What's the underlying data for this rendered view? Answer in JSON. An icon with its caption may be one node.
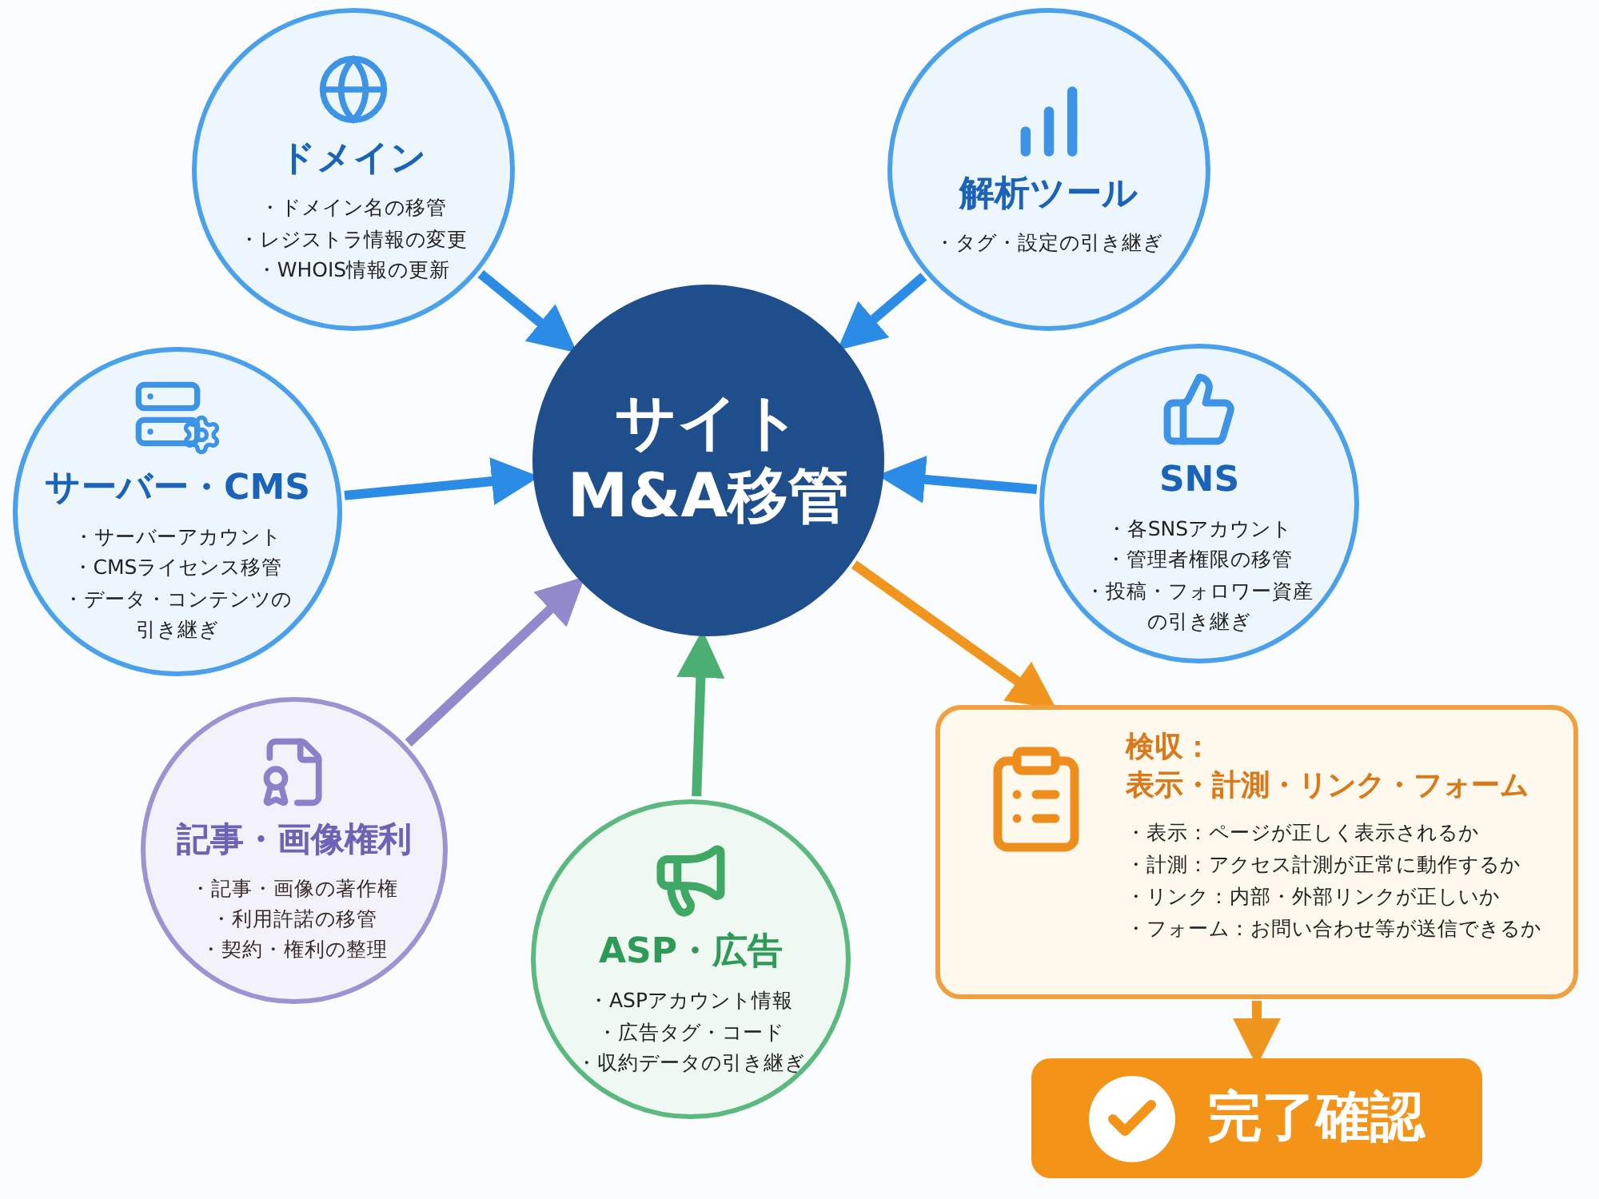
{
  "diagram": {
    "nodes": [
      {
        "text": [
          "サイトM&A移管"
        ]
      },
      {
        "text": [
          "ドメイン",
          "・ドメイン名の移管",
          "・レジストラ情報の変更",
          "・WHOIS情報の更新"
        ]
      },
      {
        "text": [
          "解析ツール",
          "・タグ・設定の引き継ぎ"
        ]
      },
      {
        "text": [
          "サーバー・CMS",
          "・サーバーアカウント",
          "・CMSライセンス移管",
          "・データ・コンテンツの引き継ぎ"
        ]
      },
      {
        "text": [
          "SNS",
          "・各SNSアカウント",
          "・管理者権限の移管",
          "・投稿・フォロワー資産の引き継ぎ"
        ]
      },
      {
        "text": [
          "記事・画像権利",
          "・記事・画像の著作権",
          "・利用許諾の移管",
          "・契約・権利の整理"
        ]
      },
      {
        "text": [
          "ASP・広告",
          "・ASPアカウント情報",
          "・広告タグ・コード",
          "・収約データの引き継ぎ"
        ]
      },
      {
        "text": [
          "検収：",
          "表示・計測・リンク・フォーム",
          "・表示：ページが正しく表示されるか",
          "・計測：アクセス計測が正常に動作するか",
          "・リンク：内部・外部リンクが正しいか",
          "・フォーム：お問い合わせ等が送信できるか"
        ]
      },
      {
        "text": [
          "完了確認"
        ]
      }
    ],
    "edges": [
      {
        "from": 1,
        "to": 0,
        "arrow": "to"
      },
      {
        "from": 2,
        "to": 0,
        "arrow": "to"
      },
      {
        "from": 3,
        "to": 0,
        "arrow": "to"
      },
      {
        "from": 4,
        "to": 0,
        "arrow": "to"
      },
      {
        "from": 5,
        "to": 0,
        "arrow": "to",
        "color": "#9189cc"
      },
      {
        "from": 6,
        "to": 0,
        "arrow": "to",
        "color": "#4caf72"
      },
      {
        "from": 0,
        "to": 7,
        "arrow": "to",
        "color": "#f0961e"
      },
      {
        "from": 7,
        "to": 8,
        "arrow": "to",
        "color": "#f0961e"
      }
    ]
  }
}
